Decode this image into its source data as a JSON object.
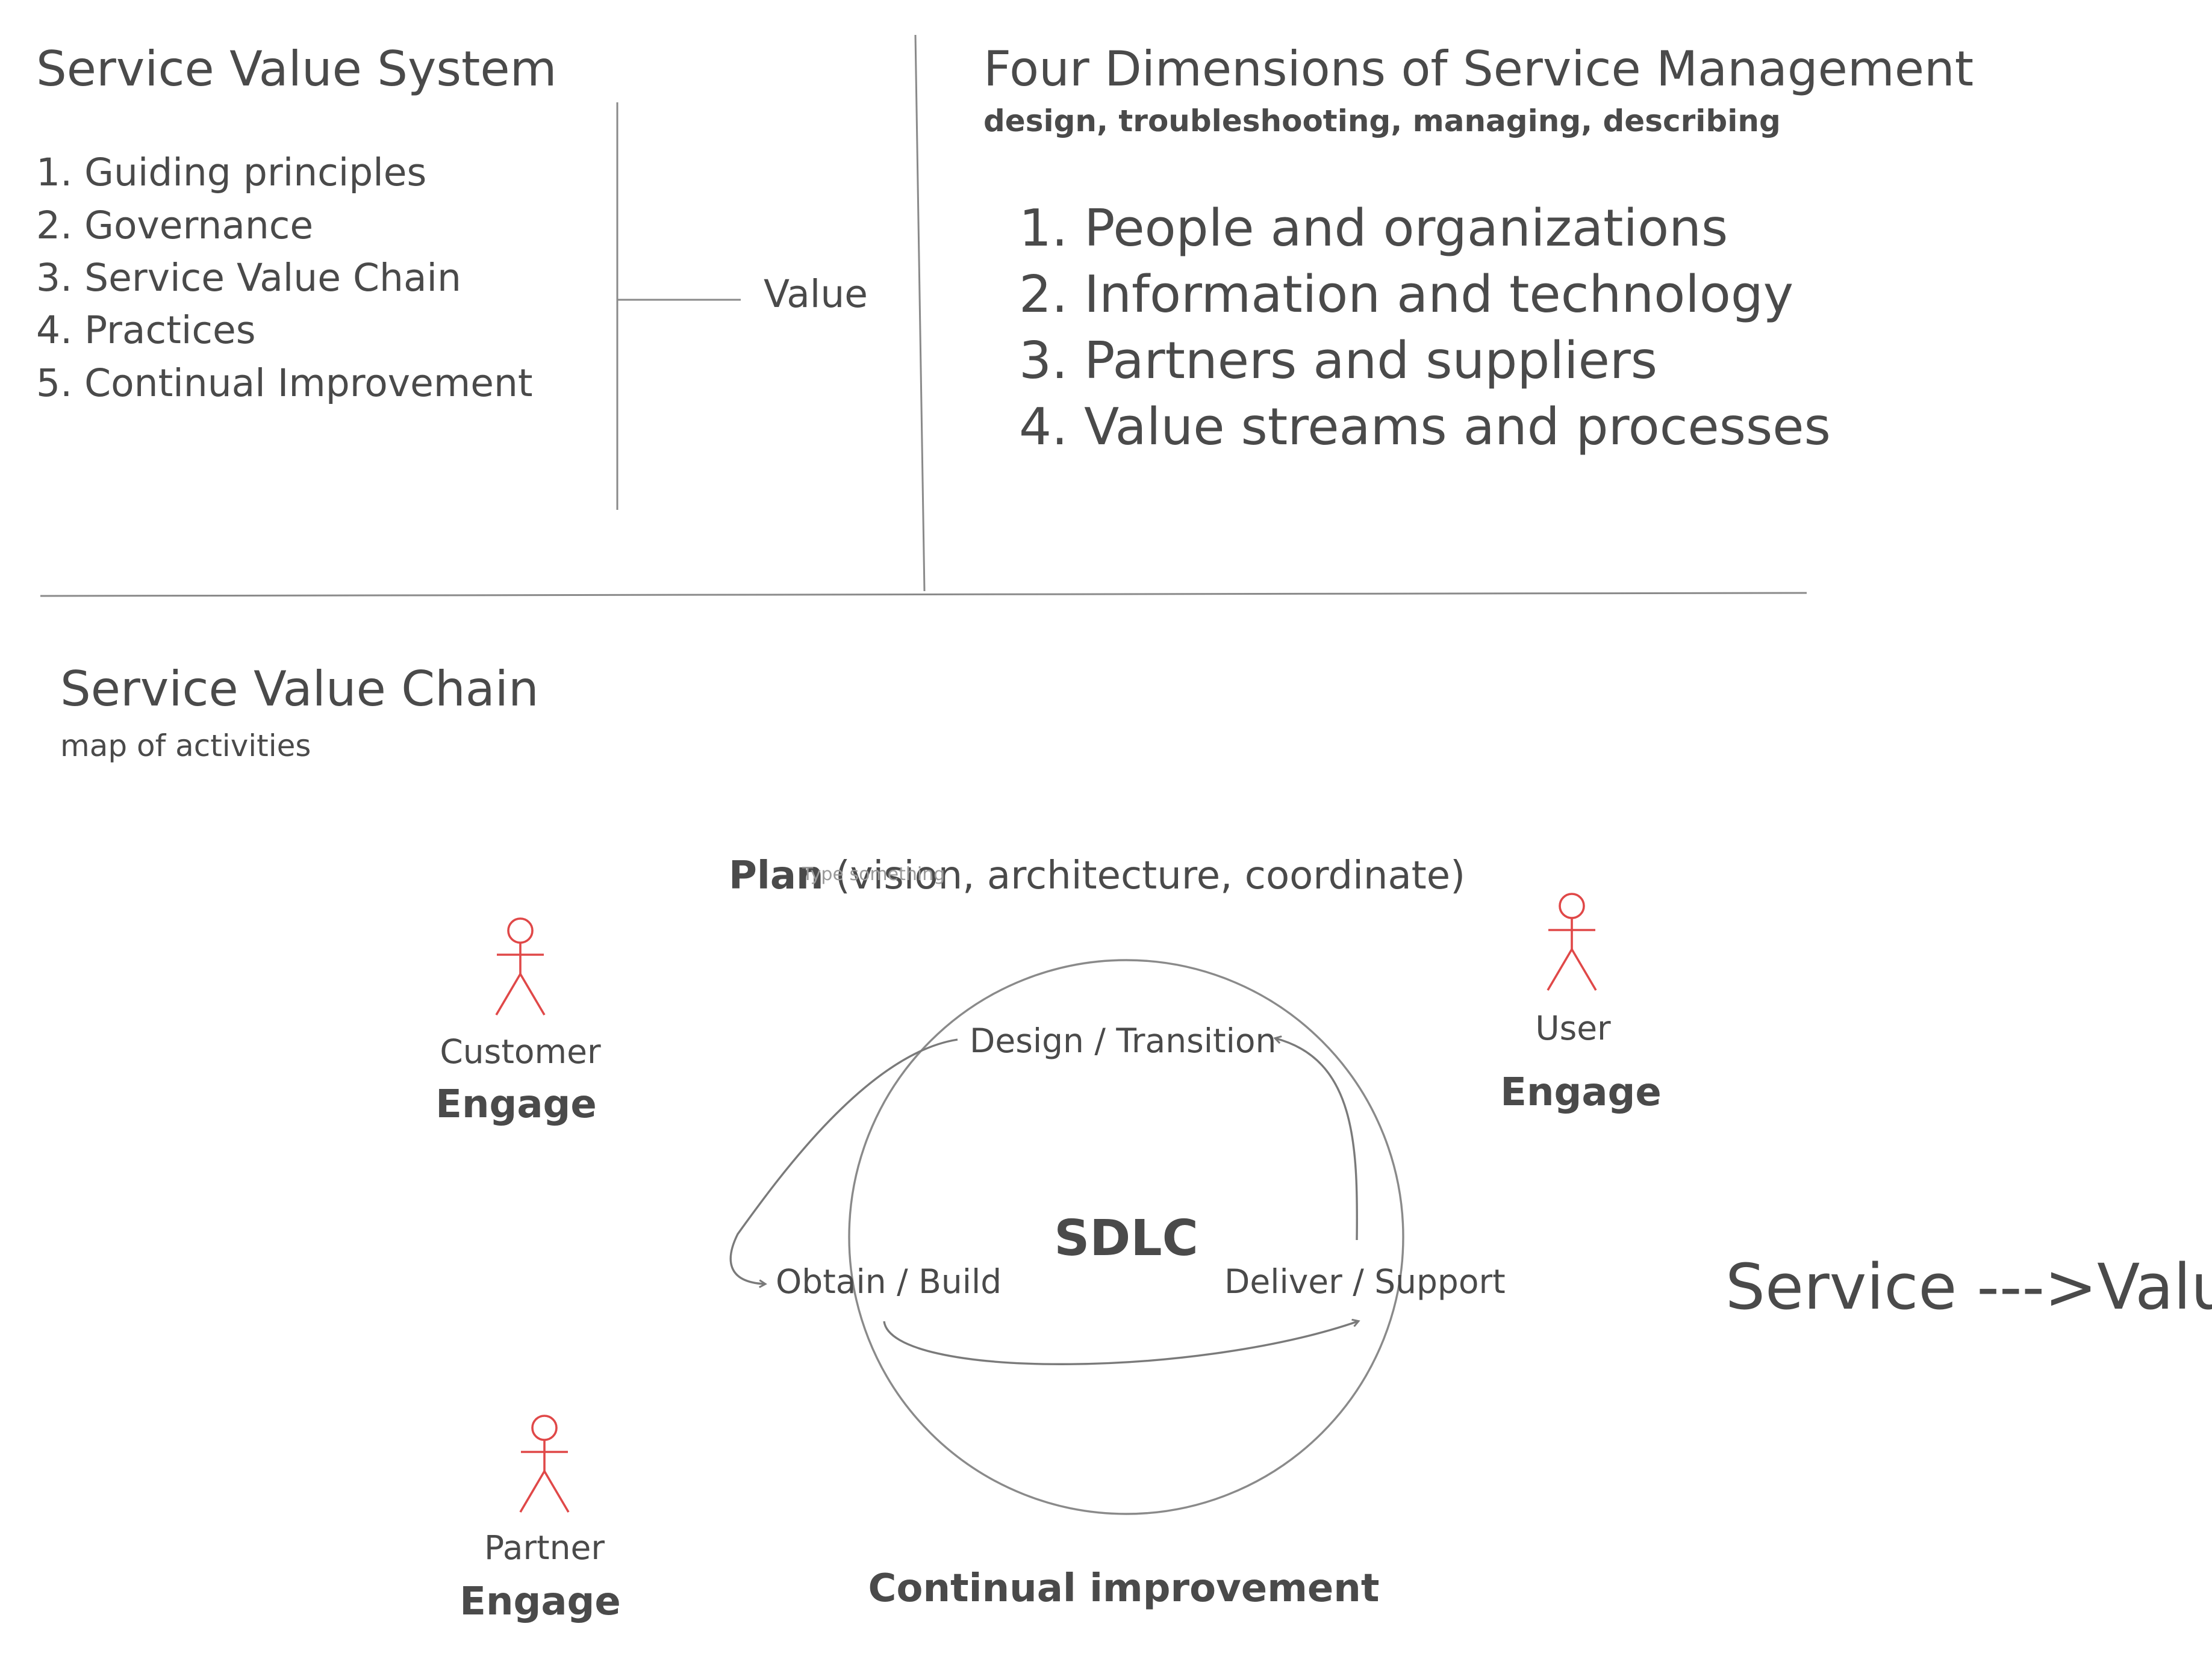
{
  "service_value_system": {
    "title": "Service Value System",
    "items": [
      "1. Guiding principles",
      "2. Governance",
      "3. Service Value Chain",
      "4. Practices",
      "5. Continual Improvement"
    ],
    "output_label": "Value"
  },
  "four_dimensions": {
    "title": "Four Dimensions of Service Management",
    "subtitle": "design, troubleshooting, managing, describing",
    "items": [
      "1. People and organizations",
      "2. Information and technology",
      "3. Partners and suppliers",
      "4. Value streams and processes"
    ]
  },
  "service_value_chain": {
    "title": "Service Value Chain",
    "subtitle": "map of activities",
    "plan_label": "Plan",
    "plan_detail": "(vision, architecture, coordinate)",
    "plan_placeholder": "Type something",
    "center_label": "SDLC",
    "design_label": "Design / Transition",
    "obtain_label": "Obtain / Build",
    "deliver_label": "Deliver / Support",
    "footer_label": "Continual improvement",
    "actors": [
      {
        "role": "Customer",
        "action": "Engage"
      },
      {
        "role": "User",
        "action": "Engage"
      },
      {
        "role": "Partner",
        "action": "Engage"
      }
    ]
  },
  "tagline": "Service --->Value",
  "colors": {
    "text": "#4a4a4a",
    "lines": "#8a8a8a",
    "actor": "#e04848",
    "background": "#ffffff"
  }
}
